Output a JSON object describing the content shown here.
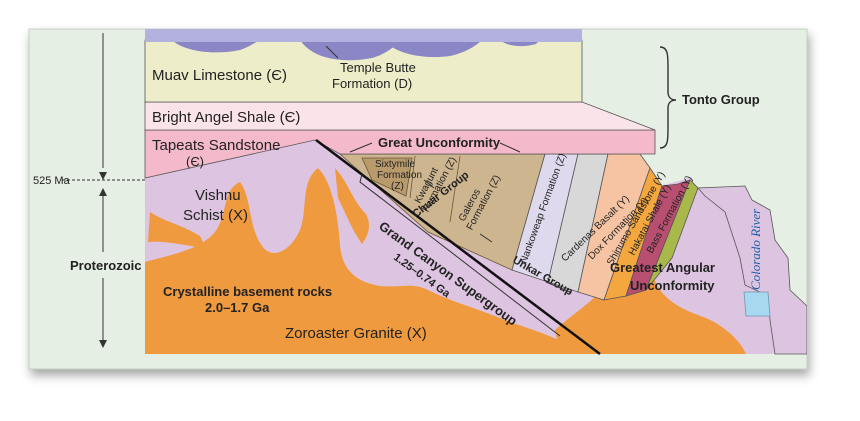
{
  "rock_units": {
    "muav": "Muav Limestone (Є)",
    "temple_butte_1": "Temple Butte",
    "temple_butte_2": "Formation (D)",
    "bright_angel": "Bright Angel Shale (Є)",
    "tapeats_1": "Tapeats Sandstone",
    "tapeats_2": "(Є)",
    "vishnu_1": "Vishnu",
    "vishnu_2": "Schist (X)",
    "zoroaster": "Zoroaster Granite (X)",
    "crystalline_1": "Crystalline basement rocks",
    "crystalline_2": "2.0–1.7 Ga",
    "sixtymile_1": "Sixtymile",
    "sixtymile_2": "Formation",
    "sixtymile_3": "(Z)",
    "kwagunt_1": "Kwagunt",
    "kwagunt_2": "Formation (Z)",
    "galeros_1": "Galeros",
    "galeros_2": "Formation (Z)",
    "nankoweap": "Nankoweap Formation (Z)",
    "cardenas": "Cardenas Basalt (Y)",
    "dox": "Dox Formation (Y)",
    "shinumo": "Shinumo Sandstone (Y)",
    "hakatai": "Hakatai Shale (Y)",
    "bass": "Bass Formation (Y)"
  },
  "groups": {
    "tonto": "Tonto Group",
    "chuar": "Chuar Group",
    "unkar": "Unkar Group",
    "supergroup_1": "Grand Canyon Supergroup",
    "supergroup_2": "1.25–0.74 Ga"
  },
  "unconformities": {
    "great": "Great Unconformity",
    "greatest_1": "Greatest Angular",
    "greatest_2": "Unconformity"
  },
  "time_axis": {
    "age_marker": "525 Ma",
    "eon": "Proterozoic"
  },
  "river": "Colorado River",
  "colors": {
    "muav": "#eeedc9",
    "temple_butte": "#8b86c6",
    "top_layer": "#b3b1dd",
    "bright_angel": "#fbe3ea",
    "tapeats": "#f5b9cc",
    "basement": "#ddc4e1",
    "granite": "#ef9a3e",
    "chuar": "#cdb58f",
    "sixtymile": "#b89a6c",
    "nankoweap": "#dfd9ee",
    "cardenas": "#d8d8d8",
    "dox": "#f7c4a3",
    "shinumo": "#f4a63f",
    "hakatai": "#b84f70",
    "bass": "#a8b84a",
    "water": "#a7d8ef",
    "river_label": "#1f5fa8"
  }
}
